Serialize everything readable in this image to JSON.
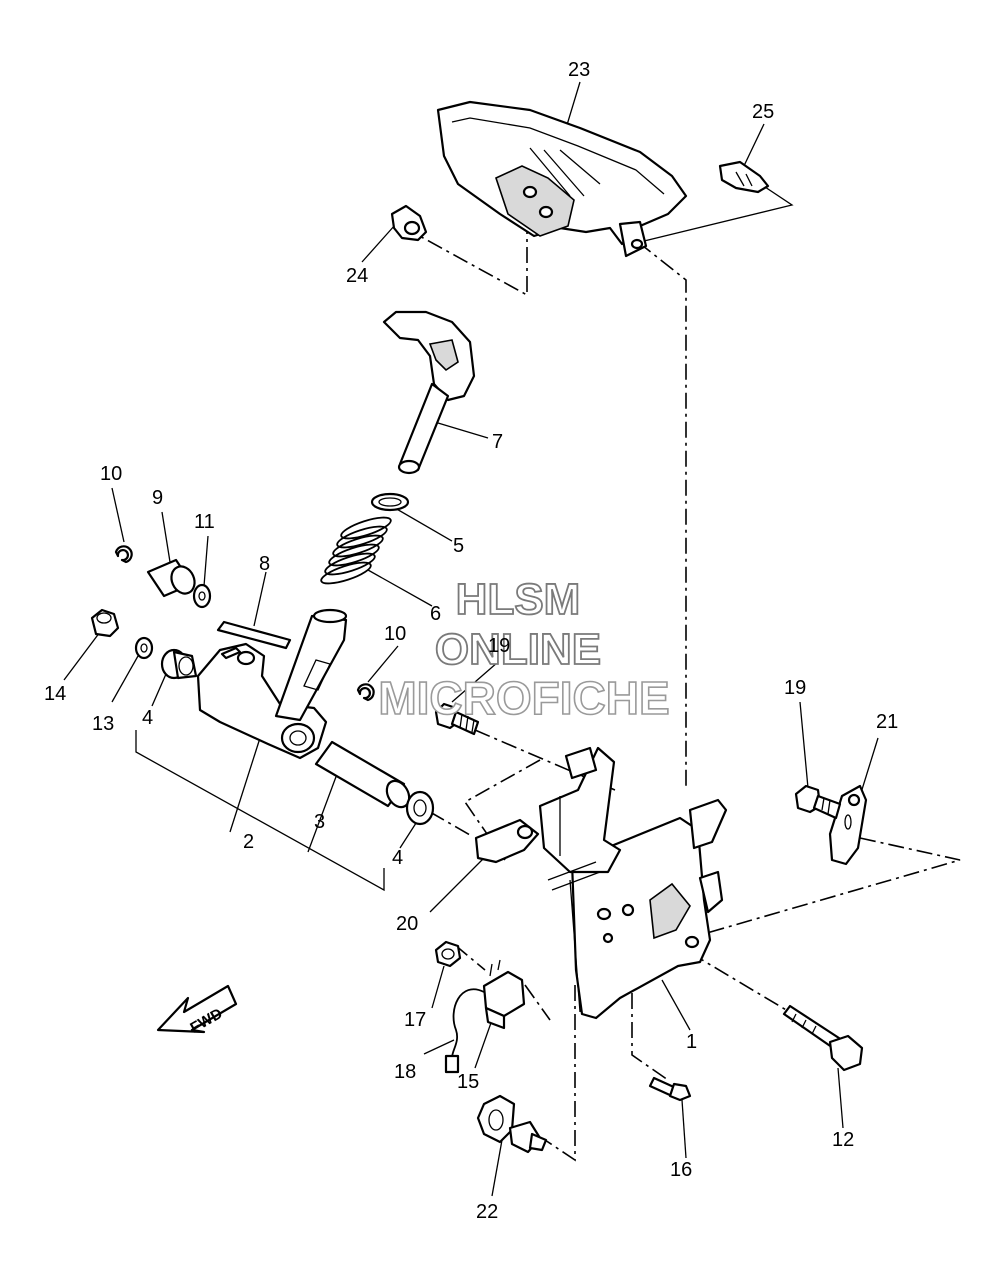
{
  "callouts": [
    "1",
    "2",
    "3",
    "4",
    "4",
    "5",
    "6",
    "7",
    "8",
    "9",
    "10",
    "10",
    "11",
    "12",
    "13",
    "14",
    "15",
    "16",
    "17",
    "18",
    "19",
    "19",
    "20",
    "21",
    "22",
    "23",
    "24",
    "25"
  ],
  "watermark": {
    "line1": "HLSM",
    "line2": "ONLINE",
    "line3": "MICROFICHE"
  },
  "direction_badge": "FWD"
}
